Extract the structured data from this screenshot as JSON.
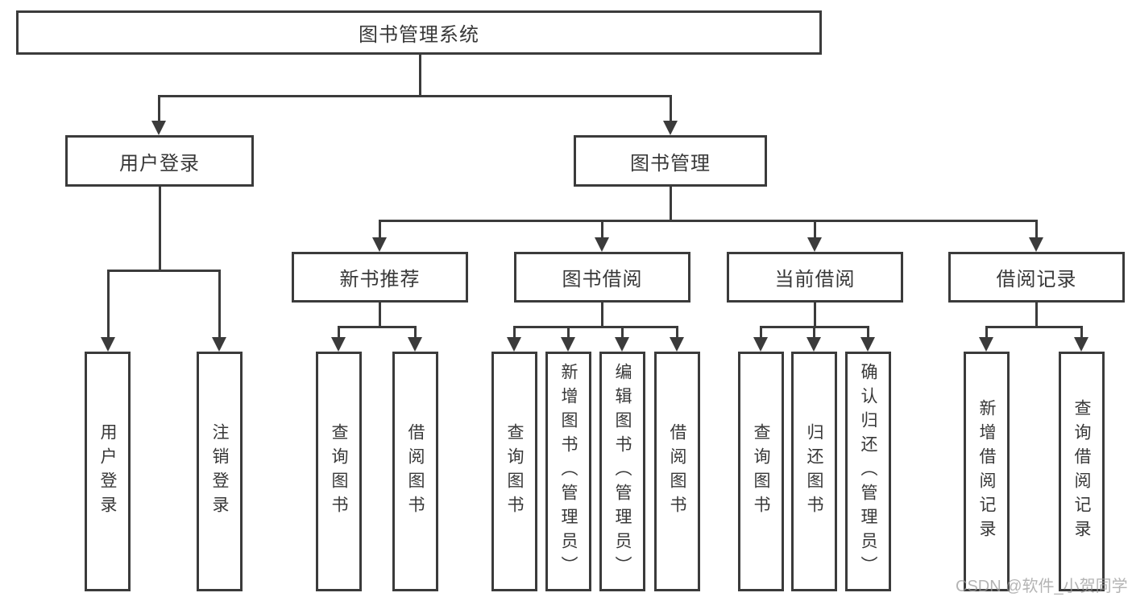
{
  "tree": {
    "label": "图书管理系统",
    "children": [
      {
        "label": "用户登录",
        "children": [
          {
            "label": "用户登录"
          },
          {
            "label": "注销登录"
          }
        ]
      },
      {
        "label": "图书管理",
        "children": [
          {
            "label": "新书推荐",
            "children": [
              {
                "label": "查询图书"
              },
              {
                "label": "借阅图书"
              }
            ]
          },
          {
            "label": "图书借阅",
            "children": [
              {
                "label": "查询图书"
              },
              {
                "label": "新增图书（管理员）"
              },
              {
                "label": "编辑图书（管理员）"
              },
              {
                "label": "借阅图书"
              }
            ]
          },
          {
            "label": "当前借阅",
            "children": [
              {
                "label": "查询图书"
              },
              {
                "label": "归还图书"
              },
              {
                "label": "确认归还（管理员）"
              }
            ]
          },
          {
            "label": "借阅记录",
            "children": [
              {
                "label": "新增借阅记录"
              },
              {
                "label": "查询借阅记录"
              }
            ]
          }
        ]
      }
    ]
  },
  "watermark": "CSDN @软件_小贺同学",
  "colors": {
    "line": "#3b3b3b",
    "text": "#383838",
    "watermark": "#9b9b9b",
    "background": "#ffffff"
  }
}
